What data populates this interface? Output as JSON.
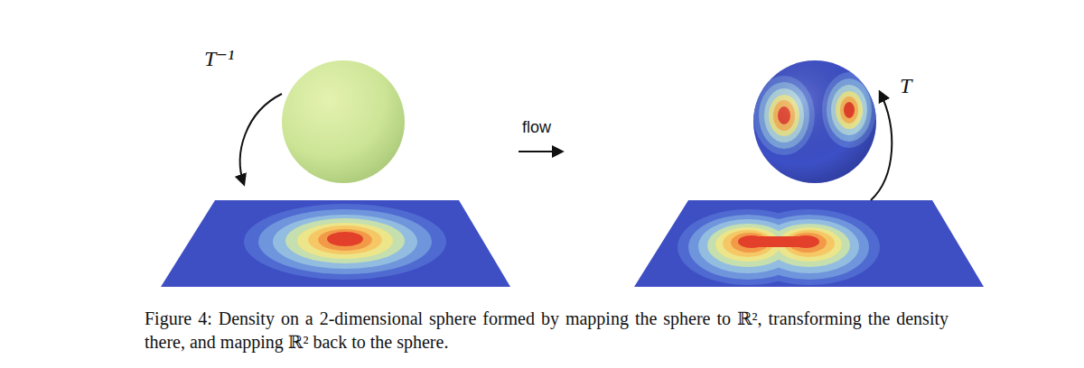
{
  "diagram": {
    "caption": "Figure 4: Density on a 2-dimensional sphere formed by mapping the sphere to ℝ², transforming the density there, and mapping ℝ² back to the sphere.",
    "labels": [
      "T⁻¹",
      "flow",
      "T"
    ]
  }
}
